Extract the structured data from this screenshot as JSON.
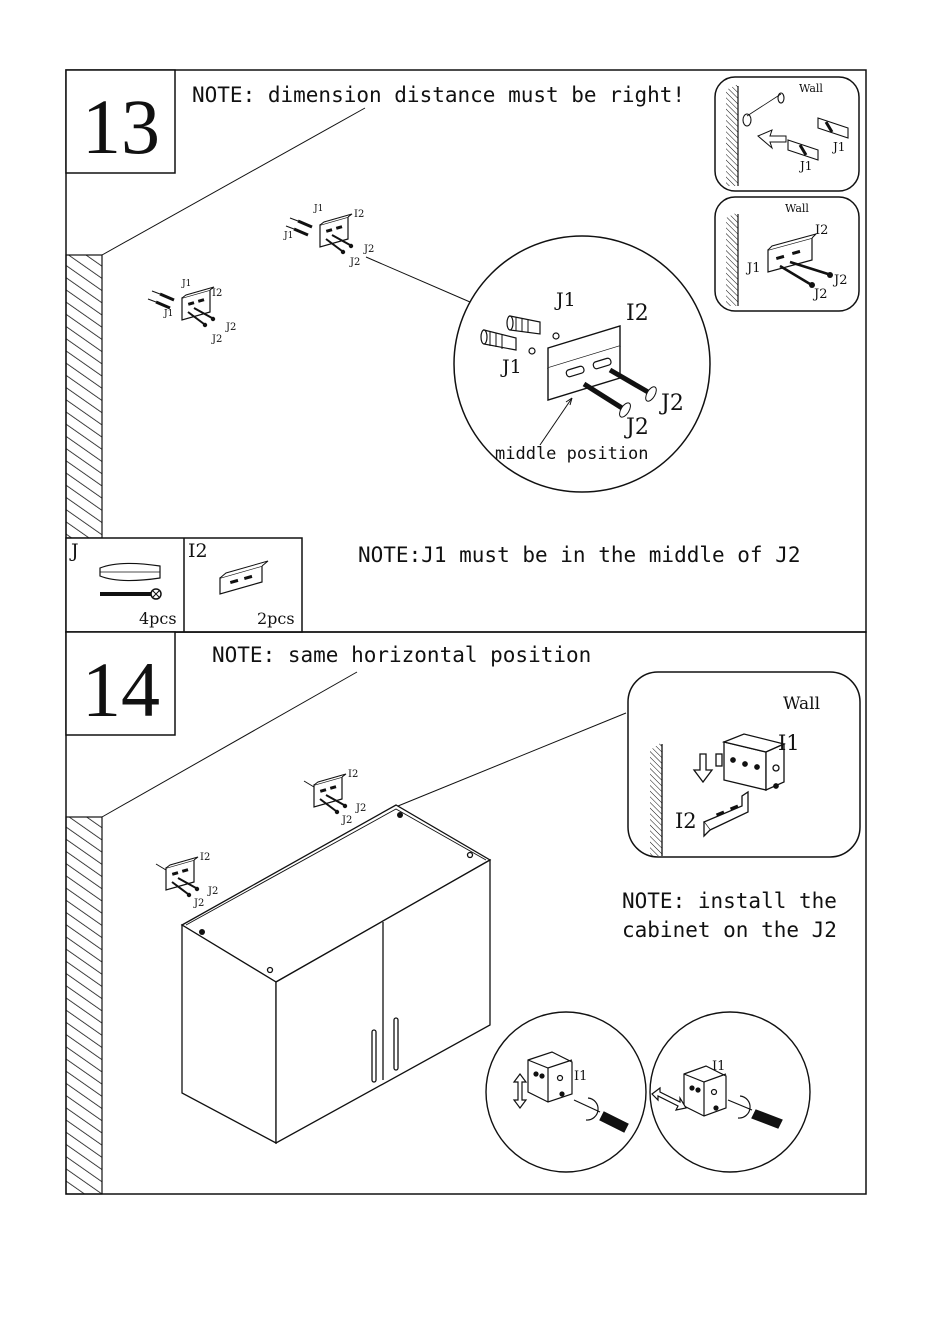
{
  "step13": {
    "number": "13",
    "note_dimension": "NOTE: dimension distance must be right!",
    "note_middle": "NOTE:J1 must be in the middle of J2",
    "middle_position": "middle position",
    "part_j1": "J1",
    "part_j2": "J2",
    "part_i2": "I2",
    "wall": "Wall",
    "parts_box": {
      "j_label": "J",
      "j_qty": "4pcs",
      "i2_label": "I2",
      "i2_qty": "2pcs"
    }
  },
  "step14": {
    "number": "14",
    "note_horizontal": "NOTE: same horizontal position",
    "note_install_line1": "NOTE: install the",
    "note_install_line2": "cabinet on the J2",
    "wall": "Wall",
    "part_i1": "I1",
    "part_i2": "I2",
    "part_j2": "J2"
  }
}
